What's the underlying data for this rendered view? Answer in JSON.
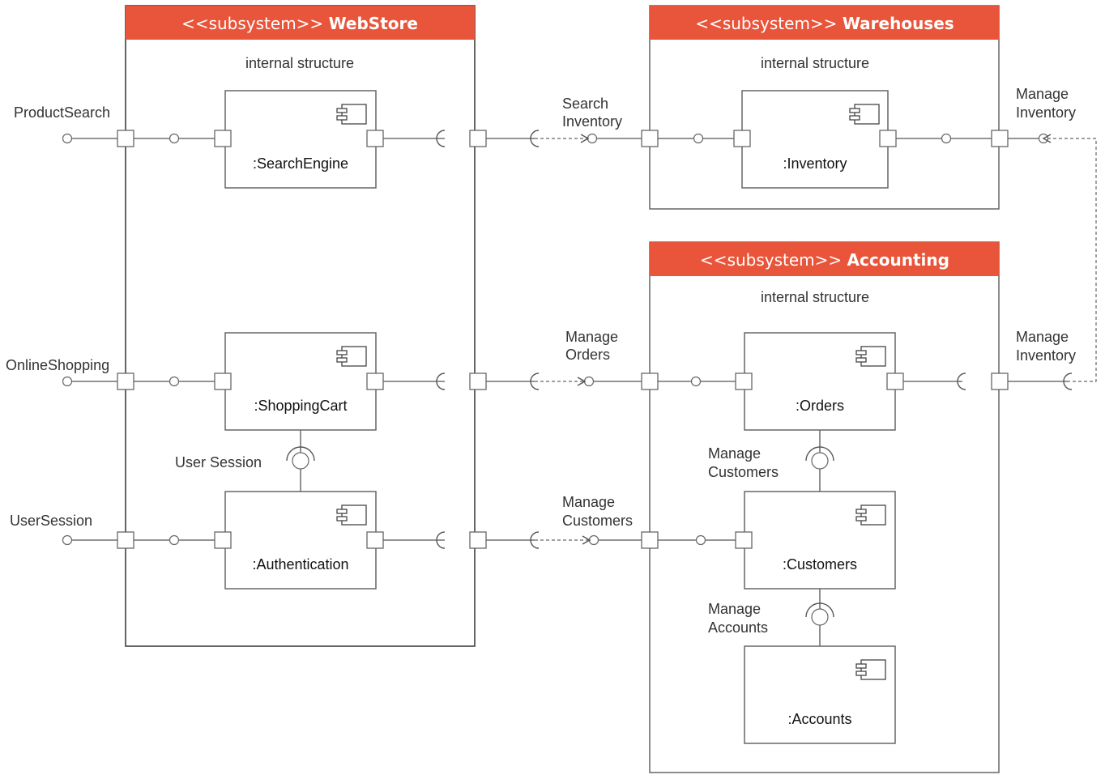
{
  "subsystems": {
    "webstore": {
      "stereotype": "<<subsystem>>",
      "name": "WebStore",
      "structure": "internal structure"
    },
    "warehouses": {
      "stereotype": "<<subsystem>>",
      "name": "Warehouses",
      "structure": "internal structure"
    },
    "accounting": {
      "stereotype": "<<subsystem>>",
      "name": "Accounting",
      "structure": "internal structure"
    }
  },
  "components": {
    "search_engine": ":SearchEngine",
    "shopping_cart": ":ShoppingCart",
    "authentication": ":Authentication",
    "inventory": ":Inventory",
    "orders": ":Orders",
    "customers": ":Customers",
    "accounts": ":Accounts"
  },
  "interfaces": {
    "product_search": "ProductSearch",
    "online_shopping": "OnlineShopping",
    "user_session_ext": "UserSession",
    "user_session_int": "User Session",
    "search_inventory": [
      "Search",
      "Inventory"
    ],
    "manage_orders": [
      "Manage",
      "Orders"
    ],
    "manage_customers_ext": [
      "Manage",
      "Customers"
    ],
    "manage_inventory_top": [
      "Manage",
      "Inventory"
    ],
    "manage_inventory_mid": [
      "Manage",
      "Inventory"
    ],
    "manage_customers_int": [
      "Manage",
      "Customers"
    ],
    "manage_accounts": [
      "Manage",
      "Accounts"
    ]
  },
  "colors": {
    "header": "#e8553a",
    "header_text": "#ffffff",
    "stroke": "#666666"
  },
  "icon": "component-icon"
}
